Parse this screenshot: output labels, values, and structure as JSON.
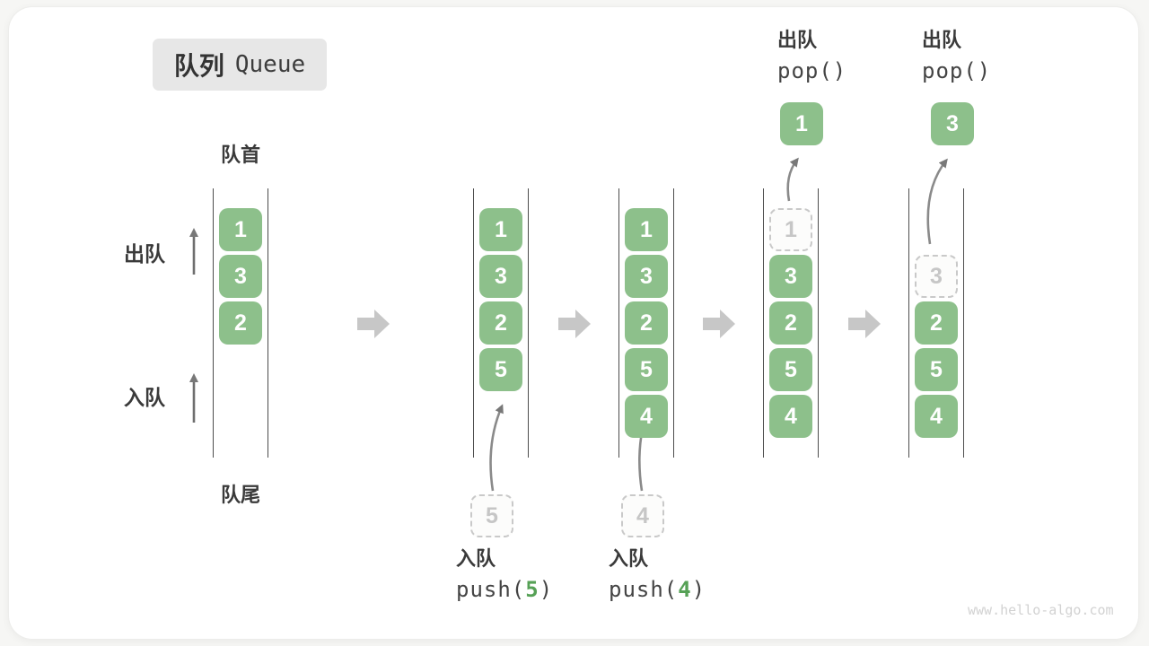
{
  "title": {
    "zh": "队列",
    "en": "Queue"
  },
  "side_labels": {
    "front": "队首",
    "rear": "队尾",
    "dequeue": "出队",
    "enqueue": "入队"
  },
  "colors": {
    "item_green": "#8dc08b",
    "code_arg_green": "#56a156",
    "column_line": "#4d4d4d",
    "big_arrow": "#c7c7c7",
    "small_arrow": "#787878",
    "dashed_border": "#c9c9c9",
    "title_bg": "#e7e7e7",
    "text": "#3a3a3a",
    "watermark": "#d2d2d2"
  },
  "columns": [
    {
      "slots": [
        {
          "v": "1"
        },
        {
          "v": "3"
        },
        {
          "v": "2"
        }
      ]
    },
    {
      "slots": [
        {
          "v": "1"
        },
        {
          "v": "3"
        },
        {
          "v": "2"
        },
        {
          "v": "5"
        }
      ],
      "pending": {
        "v": "5"
      },
      "annotation": {
        "label": "入队",
        "code_pre": "push(",
        "arg": "5",
        "code_post": ")"
      }
    },
    {
      "slots": [
        {
          "v": "1"
        },
        {
          "v": "3"
        },
        {
          "v": "2"
        },
        {
          "v": "5"
        },
        {
          "v": "4"
        }
      ],
      "pending": {
        "v": "4"
      },
      "annotation": {
        "label": "入队",
        "code_pre": "push(",
        "arg": "4",
        "code_post": ")"
      }
    },
    {
      "slots": [
        {
          "v": "1",
          "dashed": true
        },
        {
          "v": "3"
        },
        {
          "v": "2"
        },
        {
          "v": "5"
        },
        {
          "v": "4"
        }
      ],
      "popped": {
        "v": "1"
      },
      "annotation": {
        "label": "出队",
        "code": "pop()"
      }
    },
    {
      "slots": [
        {
          "v": "3",
          "dashed": true
        },
        {
          "v": "2"
        },
        {
          "v": "5"
        },
        {
          "v": "4"
        }
      ],
      "popped": {
        "v": "3"
      },
      "annotation": {
        "label": "出队",
        "code": "pop()"
      }
    }
  ],
  "watermark": "www.hello-algo.com"
}
